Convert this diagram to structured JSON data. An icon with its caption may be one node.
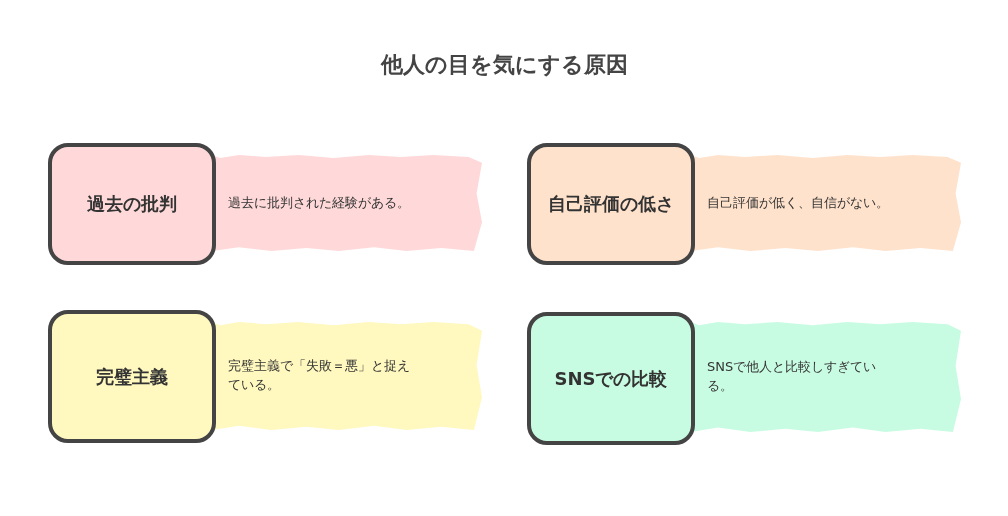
{
  "diagram": {
    "title": "他人の目を気にする原因",
    "nodes": [
      {
        "text": [
          "過去の批判"
        ]
      },
      {
        "text": [
          "過去に批判された経験がある。"
        ]
      },
      {
        "text": [
          "自己評価の低さ"
        ]
      },
      {
        "text": [
          "自己評価が低く、自信がない。"
        ]
      },
      {
        "text": [
          "完璧主義"
        ]
      },
      {
        "text": [
          "完璧主義で「失敗＝悪」と捉えている。"
        ]
      },
      {
        "text": [
          "SNSでの比較"
        ]
      },
      {
        "text": [
          "SNSで他人と比較しすぎている。"
        ]
      }
    ]
  }
}
